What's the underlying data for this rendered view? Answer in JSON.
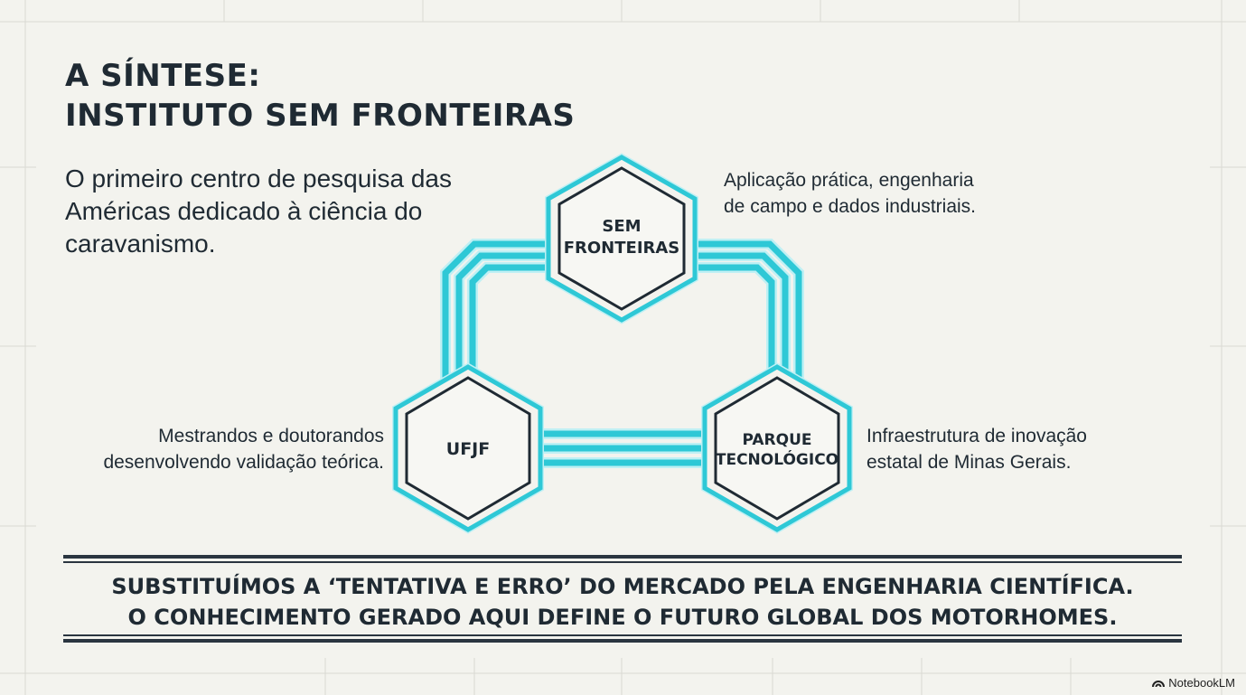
{
  "title": {
    "line1": "A SÍNTESE:",
    "line2": "INSTITUTO SEM FRONTEIRAS"
  },
  "intro": "O primeiro centro de pesquisa das Américas dedicado à ciência do caravanismo.",
  "diagram": {
    "nodes": [
      {
        "id": "sem-fronteiras",
        "lines": [
          "SEM",
          "FRONTEIRAS"
        ]
      },
      {
        "id": "ufjf",
        "lines": [
          "UFJF"
        ]
      },
      {
        "id": "parque",
        "lines": [
          "PARQUE",
          "TECNOLÓGICO"
        ]
      }
    ],
    "annotations": {
      "top": [
        "Aplicação prática, engenharia",
        "de campo e dados industriais."
      ],
      "left": [
        "Mestrandos e doutorandos",
        "desenvolvendo validação teórica."
      ],
      "right": [
        "Infraestrutura de inovação",
        "estatal de Minas Gerais."
      ]
    }
  },
  "conclusion": {
    "line1": "SUBSTITUÍMOS A ‘TENTATIVA E ERRO’ DO MERCADO PELA ENGENHARIA CIENTÍFICA.",
    "line2": "O CONHECIMENTO GERADO AQUI DEFINE O FUTURO GLOBAL DOS MOTORHOMES."
  },
  "branding": {
    "label": "NotebookLM",
    "icon": "notebooklm-logo-icon"
  },
  "colors": {
    "accent": "#2ec8d6",
    "accent_light": "#bff0f4",
    "dark": "#1f2a33",
    "background": "#f3f3ee"
  }
}
